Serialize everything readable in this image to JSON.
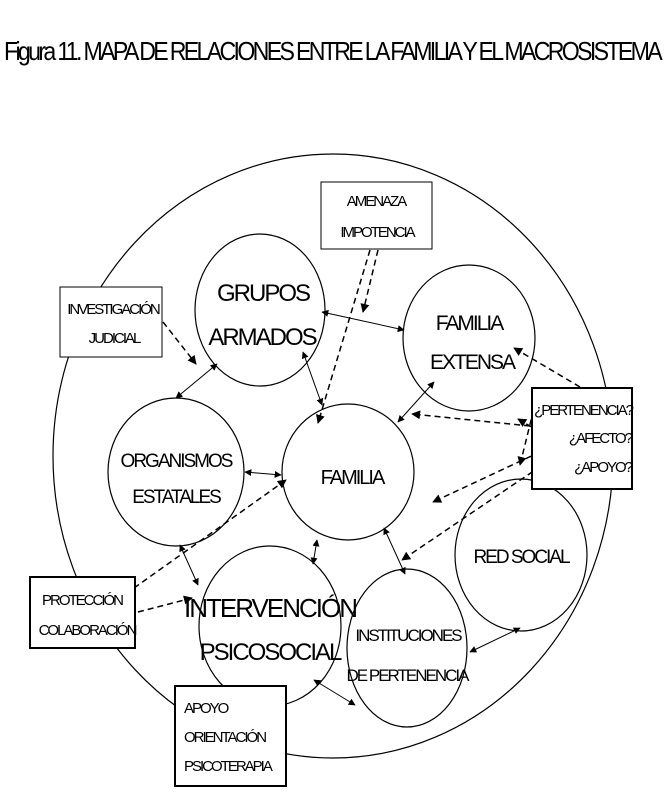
{
  "title": "Figura 11. MAPA DE RELACIONES ENTRE LA FAMILIA Y EL MACROSISTEMA",
  "nodes": {
    "grupos": [
      "GRUPOS",
      "ARMADOS"
    ],
    "familia_extensa": [
      "FAMILIA",
      "EXTENSA"
    ],
    "organismos": [
      "ORGANISMOS",
      "ESTATALES"
    ],
    "familia": [
      "FAMILIA"
    ],
    "red_social": [
      "RED SOCIAL"
    ],
    "intervencion": [
      "INTERVENCIÓN",
      "PSICOSOCIAL"
    ],
    "instituciones": [
      "INSTITUCIONES",
      "DE PERTENENCIA"
    ]
  },
  "boxes": {
    "amenaza": [
      "AMENAZA",
      "IMPOTENCIA"
    ],
    "investigacion": [
      "INVESTIGACIÓN",
      "JUDICIAL"
    ],
    "pertenencia": [
      "¿PERTENENCIA?",
      "¿AFECTO?",
      "¿APOYO?"
    ],
    "proteccion": [
      "PROTECCIÓN",
      "COLABORACIÓN"
    ],
    "apoyo": [
      "APOYO",
      "ORIENTACIÓN",
      "PSICOTERAPIA"
    ]
  },
  "colors": {
    "line": "#000000",
    "background": "#ffffff"
  }
}
